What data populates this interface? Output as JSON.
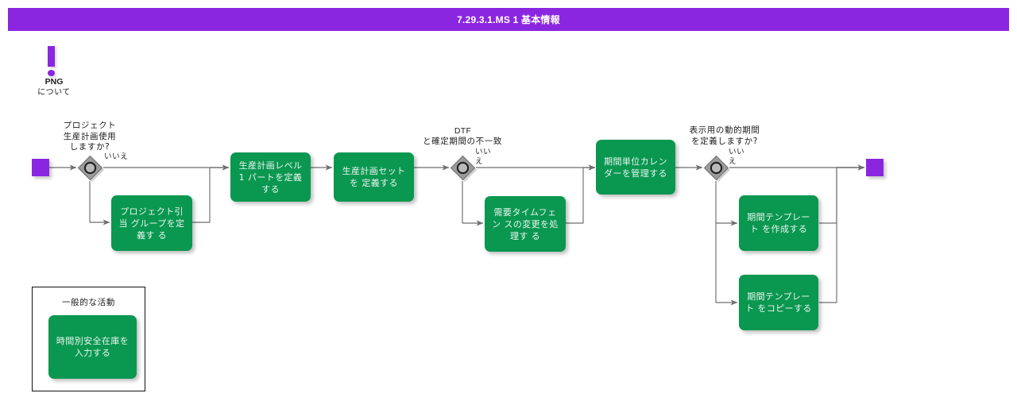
{
  "header": {
    "title": "7.29.3.1.MS 1 基本情報",
    "background_color": "#8b26e0",
    "text_color": "#ffffff"
  },
  "note": {
    "icon": "exclamation-icon",
    "label": "PNG",
    "sublabel": "について",
    "color": "#8b26e0"
  },
  "colors": {
    "accent_purple": "#8b26e0",
    "task_green": "#0a9750",
    "decision_gray": "#8c8c8c",
    "connector_gray": "#6e6e6e",
    "text_dark": "#1c1c1c",
    "task_text": "#eaf6ef"
  },
  "flow": {
    "start": {
      "name": "start-terminator",
      "shape": "square",
      "color": "#8b26e0"
    },
    "end": {
      "name": "end-terminator",
      "shape": "square",
      "color": "#8b26e0"
    },
    "decisions": [
      {
        "id": "d1",
        "caption": "プロジェクト\n生産計画使用\nしますか?",
        "no_label": "いいえ"
      },
      {
        "id": "d2",
        "caption_line1": "DTF",
        "caption_line2": "と確定期間の不一致",
        "no_label": "いい\nえ"
      },
      {
        "id": "d3",
        "caption": "表示用の動的期間\nを定義しますか?",
        "no_label": "いい\nえ"
      }
    ],
    "tasks": [
      {
        "id": "t1",
        "label": "プロジェクト引当\nグループを定義す\nる"
      },
      {
        "id": "t2",
        "label": "生産計画レベル 1\nパートを定義する"
      },
      {
        "id": "t3",
        "label": "生産計画セットを\n定義する"
      },
      {
        "id": "t4",
        "label": "需要タイムフェン\nスの変更を処理す\nる"
      },
      {
        "id": "t5",
        "label": "期間単位カレン\nダーを管理する"
      },
      {
        "id": "t6",
        "label": "期間テンプレート\nを作成する"
      },
      {
        "id": "t7",
        "label": "期間テンプレート\nをコピーする"
      }
    ]
  },
  "legend": {
    "title": "一般的な活動",
    "item_label": "時間別安全在庫を\n入力する"
  }
}
